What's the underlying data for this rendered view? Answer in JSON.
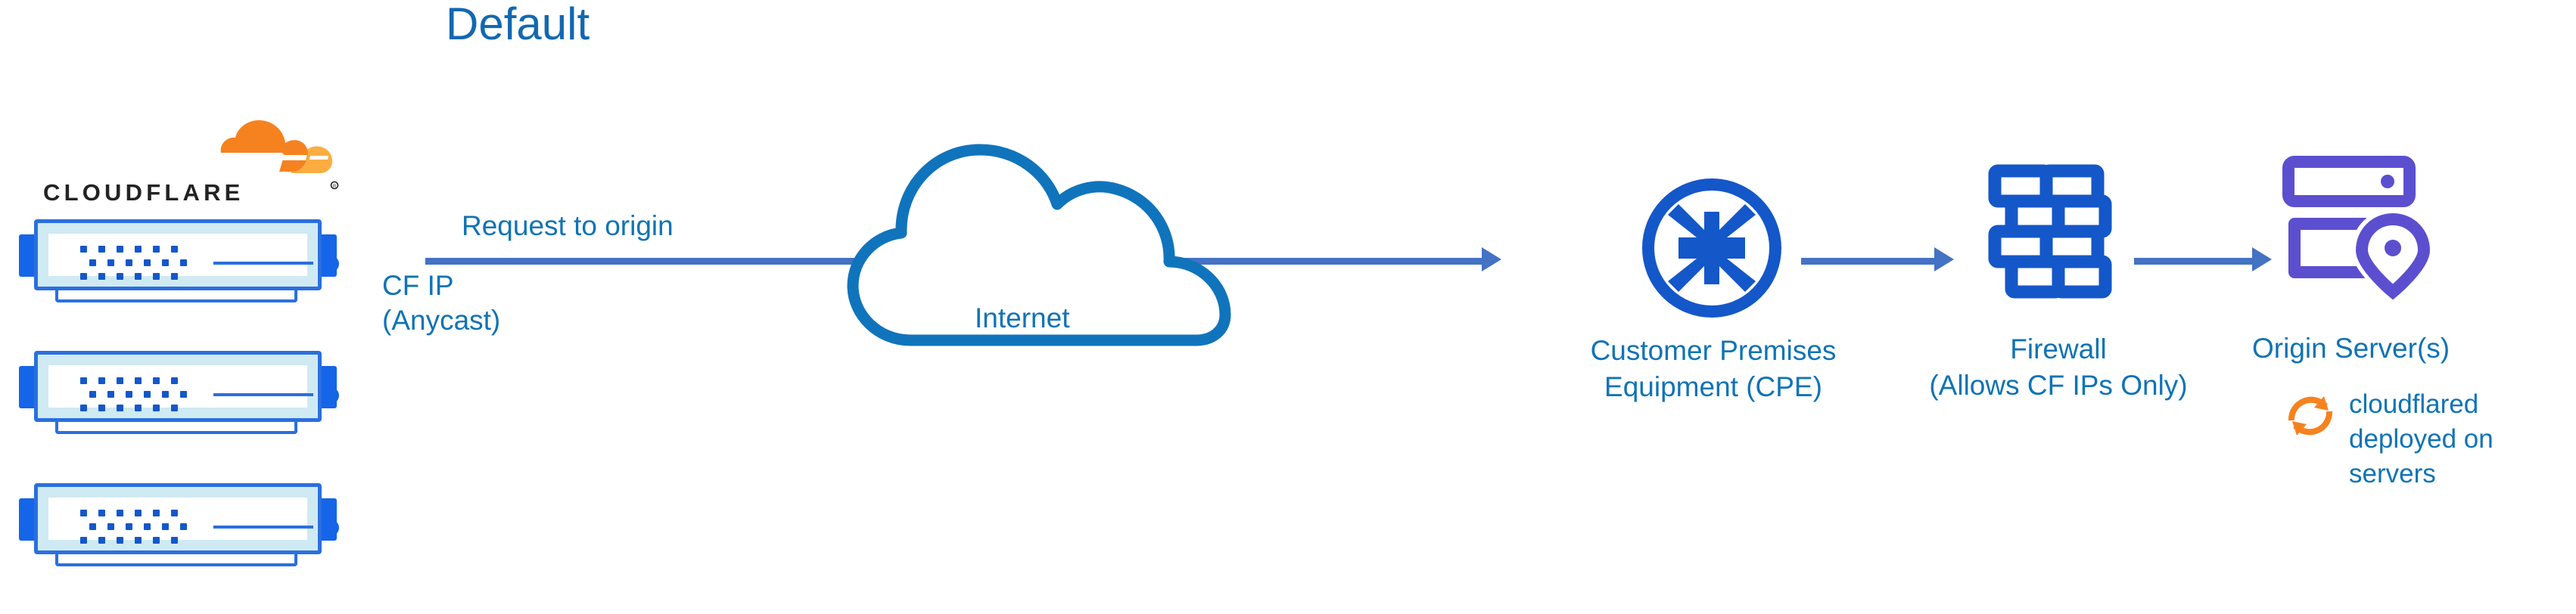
{
  "diagram": {
    "title": "Default",
    "accent_blue": "#0f73b5",
    "title_blue": "#1268b0",
    "arrow_blue": "#4472c4",
    "device_blue": "#1565e8",
    "purple": "#5b4fcf",
    "orange": "#f6821f",
    "orange_light": "#fbad41"
  },
  "brand": {
    "wordmark": "CLOUDFLARE",
    "trademark": "®",
    "mark_icon": "cloudflare-cloud-logo-icon"
  },
  "nodes": {
    "cloudflare_edge": {
      "label_line1": "CF IP",
      "label_line2": "(Anycast)",
      "device_count": 3,
      "device_icon": "network-switch-icon"
    },
    "internet": {
      "label": "Internet",
      "icon": "cloud-outline-icon"
    },
    "cpe": {
      "label_line1": "Customer Premises",
      "label_line2": "Equipment (CPE)",
      "icon": "router-converge-arrows-icon"
    },
    "firewall": {
      "label_line1": "Firewall",
      "label_line2": "(Allows CF IPs Only)",
      "icon": "brick-wall-icon"
    },
    "origin": {
      "label": "Origin Server(s)",
      "icon": "server-stack-location-pin-icon",
      "note_line1": "cloudflared",
      "note_line2": "deployed on",
      "note_line3": "servers",
      "note_icon": "sync-refresh-icon"
    }
  },
  "connections": {
    "request_label": "Request to origin"
  }
}
